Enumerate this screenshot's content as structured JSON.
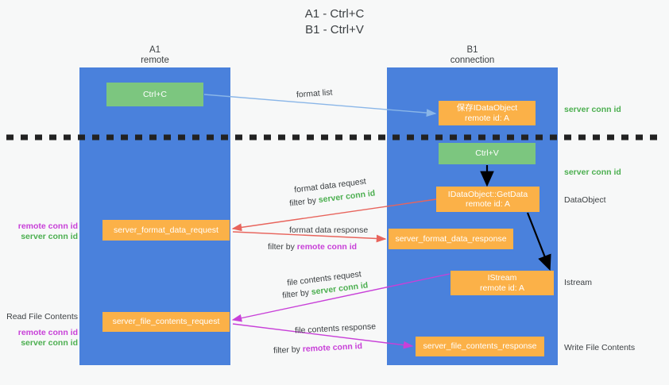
{
  "title": "A1 - Ctrl+C\nB1 - Ctrl+V",
  "colors": {
    "lane": "#4a81dc",
    "orange": "#fbb148",
    "green": "#7cc67f",
    "green_text": "#4caf50",
    "purple_text": "#c840d8",
    "background": "#f7f8f8",
    "divider": "#222222"
  },
  "columns": {
    "left": {
      "header": "A1\nremote"
    },
    "right": {
      "header": "B1\nconnection"
    }
  },
  "nodes": {
    "ctrl_c": "Ctrl+C",
    "idataobject": "保存IDataObject\nremote id: A",
    "ctrl_v": "Ctrl+V",
    "getdata": "IDataObject::GetData\nremote id: A",
    "format_data_request": "server_format_data_request",
    "format_data_response": "server_format_data_response",
    "istream": "IStream\nremote id: A",
    "file_contents_request": "server_file_contents_request",
    "file_contents_response": "server_file_contents_response"
  },
  "edges": {
    "format_list": "format list",
    "format_data_request_l1": "format data request",
    "format_data_request_filter_prefix": "filter by ",
    "format_data_request_filter_key": "server conn id",
    "format_data_response_l1": "format data response",
    "format_data_response_filter_prefix": "filter by ",
    "format_data_response_filter_key": "remote conn id",
    "file_contents_request_l1": "file contents request",
    "file_contents_request_filter_prefix": "filter by ",
    "file_contents_request_filter_key": "server conn id",
    "file_contents_response_l1": "file contents response",
    "file_contents_response_filter_prefix": "filter by ",
    "file_contents_response_filter_key": "remote conn id"
  },
  "annotations": {
    "server_conn_id_top": "server conn id",
    "server_conn_id_mid": "server conn id",
    "dataobject": "DataObject",
    "istream": "Istream",
    "write_file_contents": "Write File Contents",
    "read_file_contents": "Read File Contents",
    "remote_conn_id_a": "remote conn id",
    "server_conn_id_a": "server conn id",
    "remote_conn_id_b": "remote conn id",
    "server_conn_id_b": "server conn id"
  }
}
